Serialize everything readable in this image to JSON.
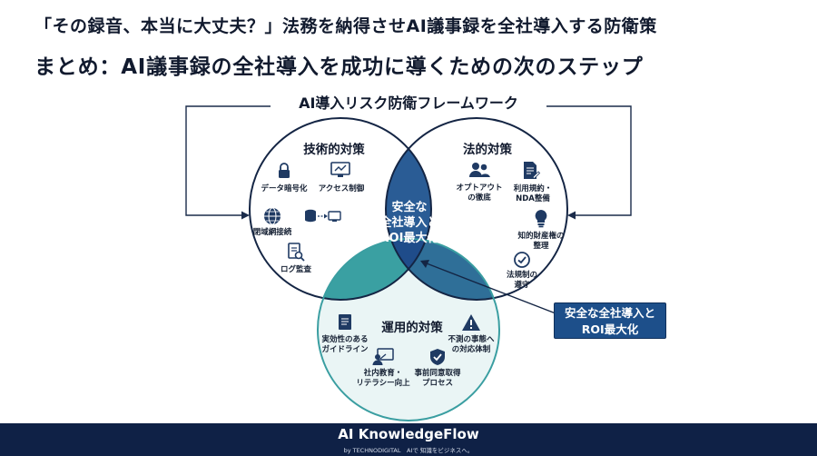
{
  "header": {
    "line": "「その録音、本当に大丈夫？」法務を納得させAI議事録を全社導入する防衛策"
  },
  "title": "まとめ：AI議事録の全社導入を成功に導くための次のステップ",
  "framework": {
    "title": "AI導入リスク防衛フレームワーク",
    "center": [
      "安全な",
      "全社導入と",
      "ROI最大化"
    ],
    "callout": [
      "安全な全社導入と",
      "ROI最大化"
    ],
    "colors": {
      "technical": "#ffffff",
      "legal": "#2f5b91",
      "operational": "#3a9ea1",
      "overlap": "#1f4f93",
      "outline": "#142544"
    }
  },
  "technical": {
    "heading": "技術的対策",
    "items": [
      {
        "label": "データ暗号化",
        "icon": "lock-icon"
      },
      {
        "label": "アクセス制御",
        "icon": "access-control-icon"
      },
      {
        "label": "閉域網接続",
        "icon": "globe-network-icon"
      },
      {
        "label": "",
        "icon": "database-link-icon"
      },
      {
        "label": "ログ監査",
        "icon": "log-audit-icon"
      }
    ]
  },
  "legal": {
    "heading": "法的対策",
    "items": [
      {
        "label1": "オプトアウト",
        "label2": "の徹底",
        "icon": "users-icon"
      },
      {
        "label1": "利用規約・",
        "label2": "NDA整備",
        "icon": "document-sign-icon"
      },
      {
        "label1": "知的財産権の",
        "label2": "整理",
        "icon": "lightbulb-icon"
      },
      {
        "label1": "法規制の",
        "label2": "遵守",
        "icon": "check-circle-icon"
      }
    ]
  },
  "operational": {
    "heading": "運用的対策",
    "items": [
      {
        "label1": "実効性のある",
        "label2": "ガイドライン",
        "icon": "book-icon"
      },
      {
        "label1": "不測の事態へ",
        "label2": "の対応体制",
        "icon": "warning-icon"
      },
      {
        "label1": "社内教育・",
        "label2": "リテラシー向上",
        "icon": "training-icon"
      },
      {
        "label1": "事前同意取得",
        "label2": "プロセス",
        "icon": "shield-check-icon"
      }
    ]
  },
  "footer": {
    "brand": "AI KnowledgeFlow",
    "tagline": "by TECHNODIGITAL　AIで 知識をビジネスへ。"
  }
}
